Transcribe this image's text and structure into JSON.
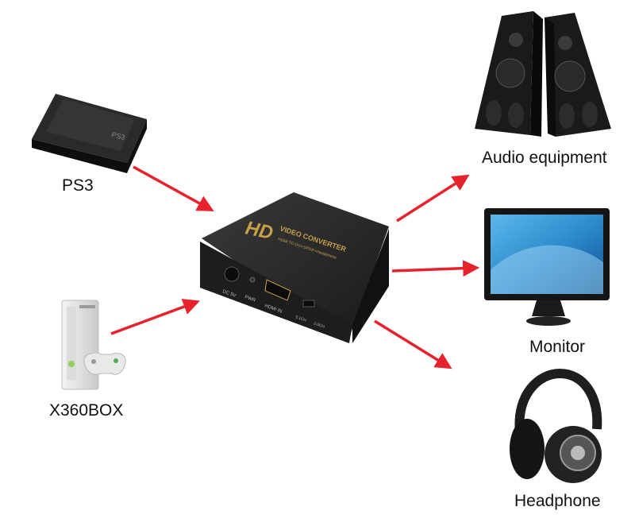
{
  "sources": [
    {
      "label": "PS3",
      "icon": "ps3-console-icon"
    },
    {
      "label": "X360BOX",
      "icon": "xbox360-console-icon"
    }
  ],
  "converter": {
    "brand": "HD",
    "title": "VIDEO CONVERTER",
    "subtitle": "HDMI TO DVI+SPDIF+Headphone",
    "ports": {
      "dc": "DC 5V",
      "pwr": "PWR",
      "hdmi": "HDMI IN",
      "switch_a": "5.1CH",
      "switch_b": "2.0CH"
    }
  },
  "outputs": [
    {
      "label": "Audio equipment",
      "icon": "speakers-icon"
    },
    {
      "label": "Monitor",
      "icon": "monitor-icon"
    },
    {
      "label": "Headphone",
      "icon": "headphone-icon"
    }
  ],
  "colors": {
    "arrow": "#e8222c",
    "device_dark": "#1b1b1b",
    "gold": "#c8a048",
    "screen": "#2a86c8"
  }
}
